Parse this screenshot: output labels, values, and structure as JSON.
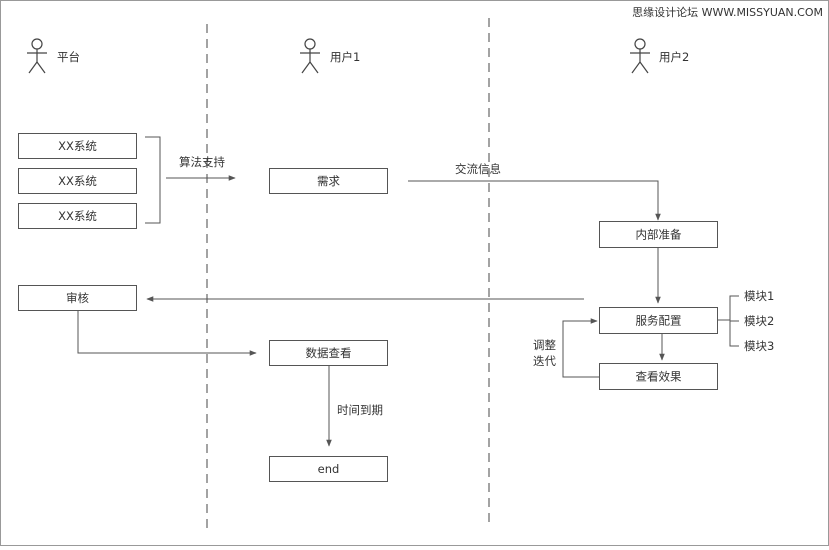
{
  "watermark": "思缘设计论坛 WWW.MISSYUAN.COM",
  "actors": {
    "platform": "平台",
    "user1": "用户1",
    "user2": "用户2"
  },
  "platform": {
    "systems": [
      "XX系统",
      "XX系统",
      "XX系统"
    ],
    "review": "审核"
  },
  "user1": {
    "demand": "需求",
    "data_view": "数据查看",
    "end": "end"
  },
  "user2": {
    "internal_prep": "内部准备",
    "service_config": "服务配置",
    "view_effect": "查看效果",
    "modules": [
      "模块1",
      "模块2",
      "模块3"
    ]
  },
  "edges": {
    "algorithm_support": "算法支持",
    "exchange_info": "交流信息",
    "adjust_iterate": [
      "调整",
      "迭代"
    ],
    "time_expiry": "时间到期"
  }
}
